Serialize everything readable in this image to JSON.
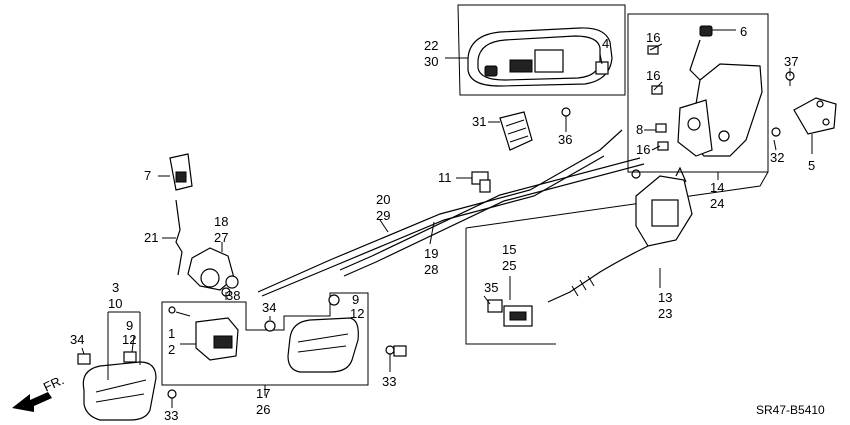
{
  "diagram": {
    "code": "SR47-B5410",
    "direction_label": "FR.",
    "callouts": {
      "c1": "1",
      "c2": "2",
      "c3": "3",
      "c4": "4",
      "c5": "5",
      "c6": "6",
      "c7": "7",
      "c8": "8",
      "c9a": "9",
      "c9b": "9",
      "c10": "10",
      "c11": "11",
      "c12a": "12",
      "c12b": "12",
      "c13": "13",
      "c14": "14",
      "c15": "15",
      "c16a": "16",
      "c16b": "16",
      "c16c": "16",
      "c17": "17",
      "c18": "18",
      "c19": "19",
      "c20": "20",
      "c21": "21",
      "c22": "22",
      "c23": "23",
      "c24": "24",
      "c25": "25",
      "c26": "26",
      "c27": "27",
      "c28": "28",
      "c29": "29",
      "c30": "30",
      "c31": "31",
      "c32": "32",
      "c33a": "33",
      "c33b": "33",
      "c34a": "34",
      "c34b": "34",
      "c35": "35",
      "c36": "36",
      "c37": "37",
      "c38": "38"
    }
  }
}
